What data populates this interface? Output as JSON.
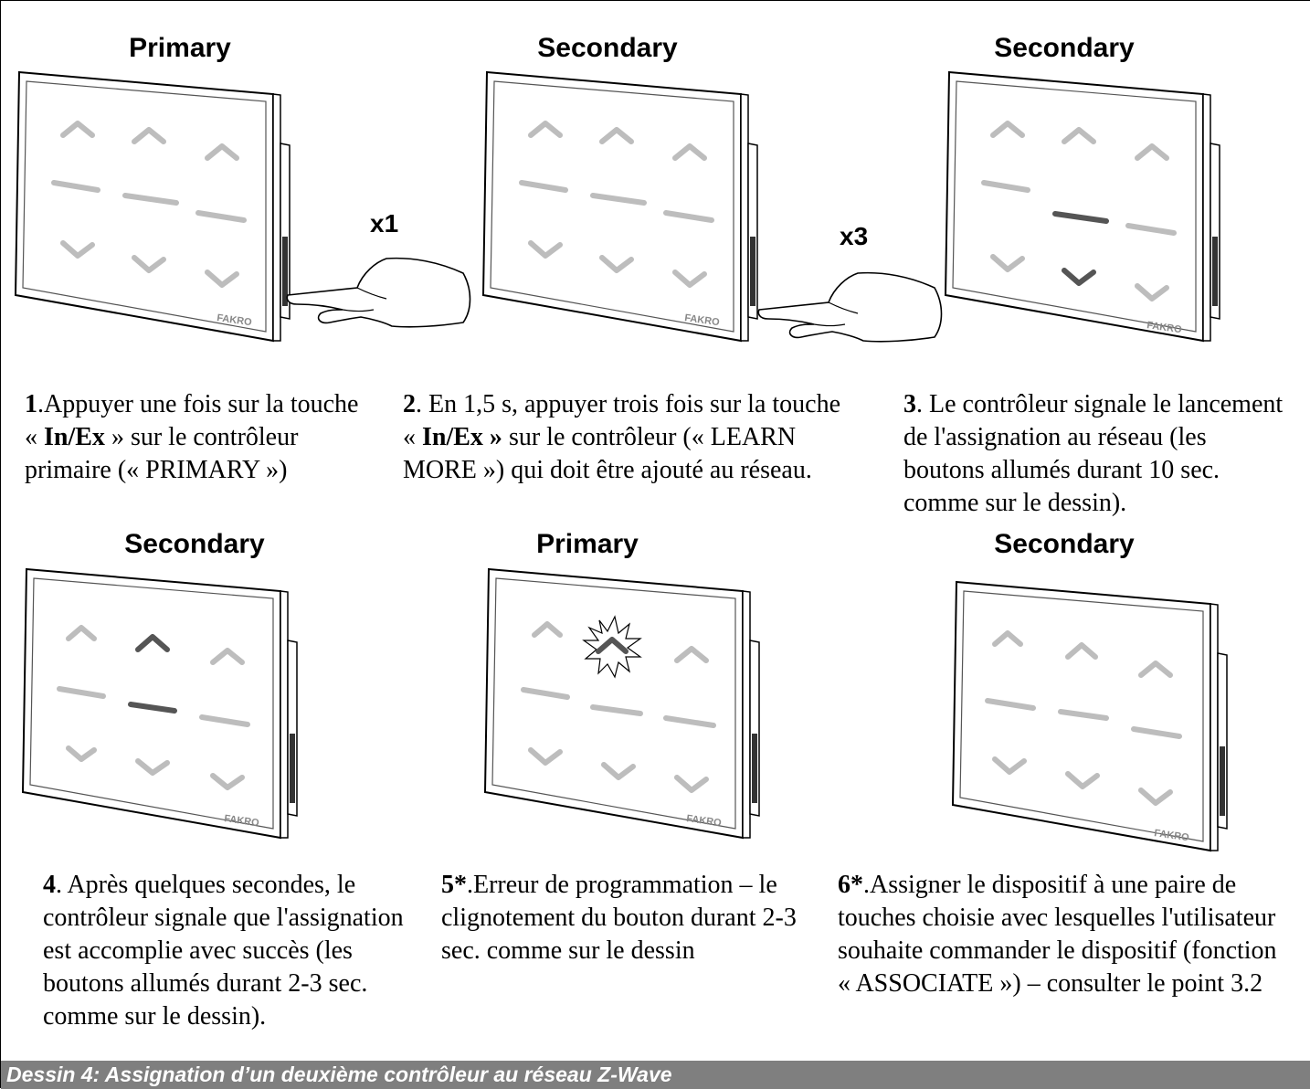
{
  "panels": [
    {
      "title": "Primary",
      "press_count": "x1",
      "caption": [
        [
          {
            "t": "1",
            "b": true
          },
          {
            "t": ".Appuyer une fois sur la touche"
          }
        ],
        [
          {
            "t": "« "
          },
          {
            "t": "In/Ex",
            "b": true
          },
          {
            "t": " » sur le contrôleur"
          }
        ],
        [
          {
            "t": "primaire (« PRIMARY »)"
          }
        ]
      ]
    },
    {
      "title": "Secondary",
      "press_count": "x3",
      "caption": [
        [
          {
            "t": "2",
            "b": true
          },
          {
            "t": ". En 1,5 s, appuyer trois fois sur la touche"
          }
        ],
        [
          {
            "t": "« "
          },
          {
            "t": "In/Ex »",
            "b": true
          },
          {
            "t": " sur le contrôleur (« LEARN"
          }
        ],
        [
          {
            "t": "MORE ») qui doit être ajouté au réseau."
          }
        ]
      ]
    },
    {
      "title": "Secondary",
      "caption": [
        [
          {
            "t": "3",
            "b": true
          },
          {
            "t": ". Le contrôleur signale le lancement"
          }
        ],
        [
          {
            "t": "de l'assignation au réseau (les"
          }
        ],
        [
          {
            "t": "boutons allumés durant 10 sec."
          }
        ],
        [
          {
            "t": "comme sur le dessin)."
          }
        ]
      ]
    },
    {
      "title": "Secondary",
      "caption": [
        [
          {
            "t": "4",
            "b": true
          },
          {
            "t": ". Après quelques secondes, le"
          }
        ],
        [
          {
            "t": "contrôleur signale que l'assignation"
          }
        ],
        [
          {
            "t": "est accomplie avec succès (les"
          }
        ],
        [
          {
            "t": "boutons allumés durant 2-3 sec."
          }
        ],
        [
          {
            "t": "comme sur le dessin)."
          }
        ]
      ]
    },
    {
      "title": "Primary",
      "caption": [
        [
          {
            "t": "5*",
            "b": true
          },
          {
            "t": ".Erreur de programmation – le"
          }
        ],
        [
          {
            "t": "clignotement du bouton durant 2-3"
          }
        ],
        [
          {
            "t": "sec. comme sur le dessin"
          }
        ]
      ]
    },
    {
      "title": "Secondary",
      "caption": [
        [
          {
            "t": "6*",
            "b": true
          },
          {
            "t": ".Assigner le dispositif à une paire de"
          }
        ],
        [
          {
            "t": "touches choisie avec lesquelles l'utilisateur"
          }
        ],
        [
          {
            "t": "souhaite commander le dispositif (fonction"
          }
        ],
        [
          {
            "t": "« ASSOCIATE ») – consulter le point 3.2"
          }
        ]
      ]
    }
  ],
  "device_logo": "FAKRO",
  "figure_caption": "Dessin 4: Assignation d’un deuxième contrôleur au réseau Z-Wave",
  "colors": {
    "inactive_key": "#bdbdbd",
    "active_key": "#555555",
    "caption_bar": "#7f7f7f"
  }
}
